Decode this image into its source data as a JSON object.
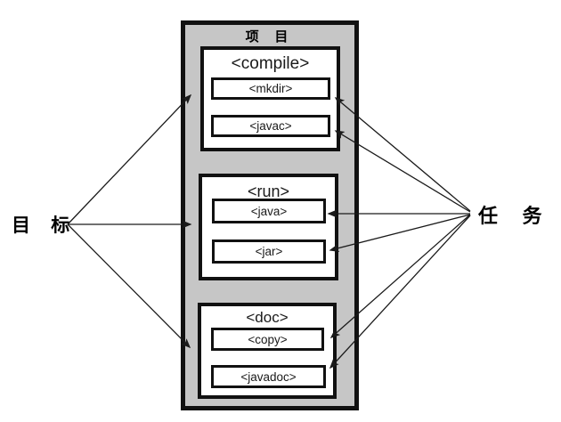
{
  "diagram": {
    "project_label": "项 目",
    "left_label": "目 标",
    "right_label": "任 务",
    "targets": [
      {
        "name": "<compile>",
        "tasks": [
          "<mkdir>",
          "<javac>"
        ]
      },
      {
        "name": "<run>",
        "tasks": [
          "<java>",
          "<jar>"
        ]
      },
      {
        "name": "<doc>",
        "tasks": [
          "<copy>",
          "<javadoc>"
        ]
      }
    ],
    "colors": {
      "outer_fill": "#c6c6c6",
      "box_fill": "#ffffff",
      "line": "#111111"
    }
  }
}
